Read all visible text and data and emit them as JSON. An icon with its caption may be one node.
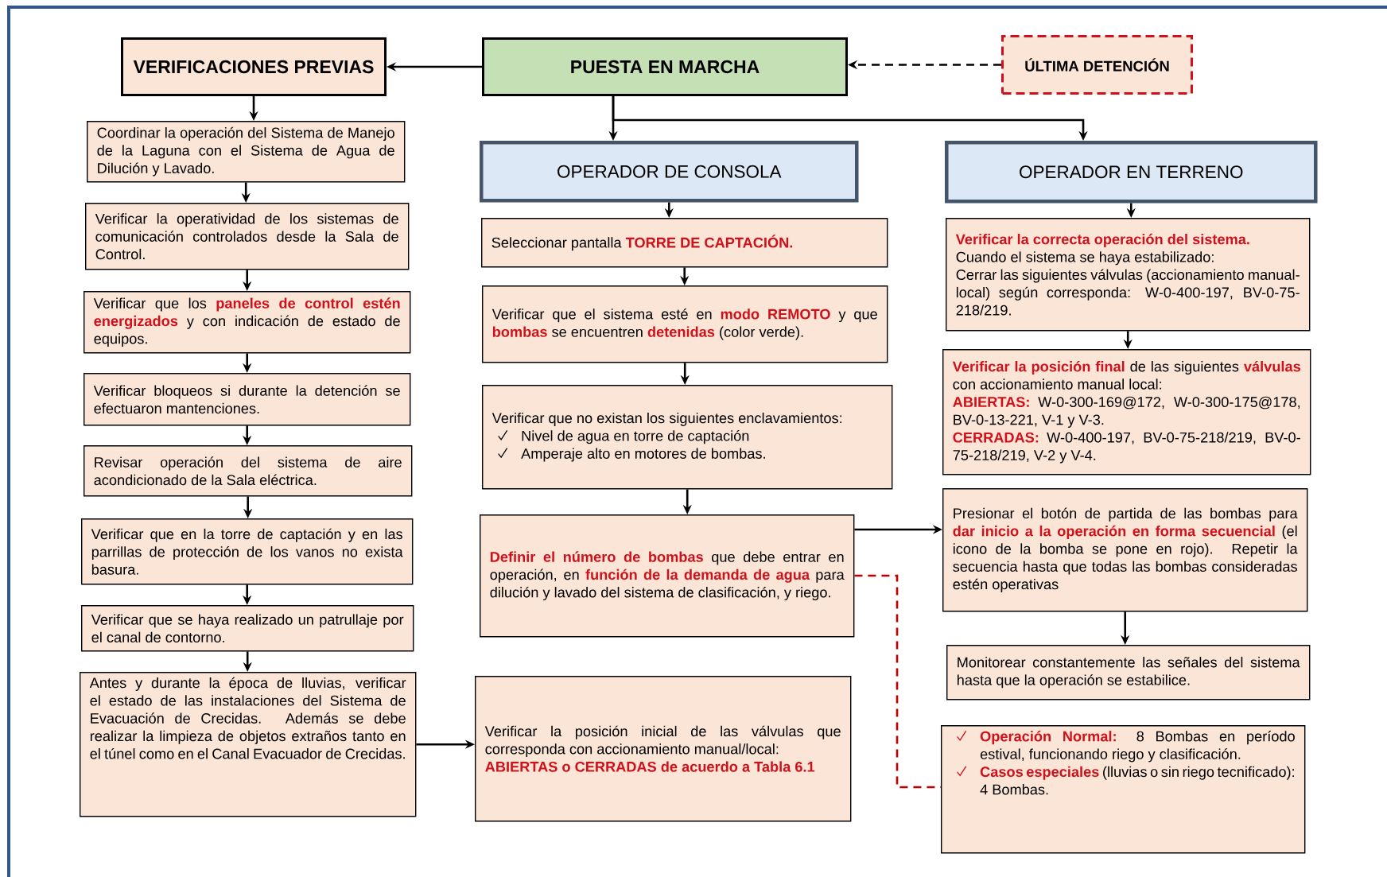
{
  "diagram": {
    "nodes": [
      {
        "text": [
          "PUESTA EN MARCHA"
        ]
      },
      {
        "text": [
          "VERIFICACIONES PREVIAS"
        ]
      },
      {
        "text": [
          "ÚLTIMA DETENCIÓN"
        ]
      },
      {
        "text": [
          "Coordinar la operación del Sistema de Manejo de la Laguna con el Sistema de Agua de Dilución y Lavado."
        ]
      },
      {
        "text": [
          "Verificar la operatividad de los sistemas de comunicación controlados desde la Sala de Control."
        ]
      },
      {
        "text": [
          "Verificar que los **paneles de control estén energizados** y con indicación de estado de equipos."
        ]
      },
      {
        "text": [
          "Verificar bloqueos si durante la detención se efectuaron mantenciones."
        ]
      },
      {
        "text": [
          "Revisar operación del sistema de aire acondicionado de la Sala eléctrica."
        ]
      },
      {
        "text": [
          "Verificar que en la torre de captación y en las parrillas de protección de los vanos no exista basura."
        ]
      },
      {
        "text": [
          "Verificar que se haya realizado un patrullaje por el canal de contorno."
        ]
      },
      {
        "text": [
          "Antes y durante la época de lluvias, verificar el estado de las instalaciones del Sistema de Evacuación de Crecidas. Además se debe realizar la limpieza de objetos extraños tanto en el túnel como en el Canal Evacuador de Crecidas."
        ]
      },
      {
        "text": [
          "OPERADOR DE CONSOLA"
        ]
      },
      {
        "text": [
          "Seleccionar pantalla **TORRE DE CAPTACIÓN.**"
        ]
      },
      {
        "text": [
          "Verificar que el sistema esté en **modo REMOTO** y que **bombas** se encuentren **detenidas** (color verde)."
        ]
      },
      {
        "text": [
          "Verificar que no existan los siguientes enclavamientos:",
          "Nivel de agua en torre de captación",
          "Amperaje alto en motores de bombas."
        ]
      },
      {
        "text": [
          "**Definir el número de bombas** que debe entrar en operación, en **función de la demanda de agua** para dilución y lavado del sistema de clasificación, y riego."
        ]
      },
      {
        "text": [
          "Verificar la posición inicial de las válvulas que corresponda con accionamiento manual/local:",
          "ABIERTAS o CERRADAS de acuerdo a Tabla 6.1"
        ]
      },
      {
        "text": [
          "OPERADOR EN TERRENO"
        ]
      },
      {
        "text": [
          "Verificar la correcta operación del sistema.",
          "Cuando el sistema se haya estabilizado:",
          "Cerrar las siguientes válvulas (accionamiento manual-local) según corresponda: W-0-400-197, BV-0-75-218/219."
        ]
      },
      {
        "text": [
          "**Verificar la posición final** de las siguientes **válvulas** con accionamiento manual local:",
          "**ABIERTAS:** W-0-300-169@172, W-0-300-175@178, BV-0-13-221, V-1 y V-3.",
          "**CERRADAS:** W-0-400-197, BV-0-75-218/219, BV-0-75-218/219, V-2 y V-4."
        ]
      },
      {
        "text": [
          "Presionar el botón de partida de las bombas para **dar inicio a la operación en forma secuencial** (el icono de la bomba se pone en rojo). Repetir la secuencia hasta que todas las bombas consideradas estén operativas"
        ]
      },
      {
        "text": [
          "Monitorear constantemente las señales del sistema hasta que la operación se estabilice."
        ]
      },
      {
        "text": [
          "**Operación Normal:** 8 Bombas en período estival, funcionando riego y clasificación.",
          "**Casos especiales** (lluvias o sin riego tecnificado): 4 Bombas."
        ]
      }
    ],
    "edges": [
      {
        "from": 0,
        "to": 1,
        "arrow": "to"
      },
      {
        "from": 2,
        "to": 0,
        "arrow": "to",
        "style": "dashed"
      },
      {
        "from": 0,
        "to": 11,
        "arrow": "to"
      },
      {
        "from": 0,
        "to": 17,
        "arrow": "to"
      },
      {
        "from": 1,
        "to": 3,
        "arrow": "to"
      },
      {
        "from": 3,
        "to": 4,
        "arrow": "to"
      },
      {
        "from": 4,
        "to": 5,
        "arrow": "to"
      },
      {
        "from": 5,
        "to": 6,
        "arrow": "to"
      },
      {
        "from": 6,
        "to": 7,
        "arrow": "to"
      },
      {
        "from": 7,
        "to": 8,
        "arrow": "to"
      },
      {
        "from": 8,
        "to": 9,
        "arrow": "to"
      },
      {
        "from": 9,
        "to": 10,
        "arrow": "to"
      },
      {
        "from": 10,
        "to": 16,
        "arrow": "to"
      },
      {
        "from": 11,
        "to": 12,
        "arrow": "to"
      },
      {
        "from": 12,
        "to": 13,
        "arrow": "to"
      },
      {
        "from": 13,
        "to": 14,
        "arrow": "to"
      },
      {
        "from": 14,
        "to": 15,
        "arrow": "to"
      },
      {
        "from": 15,
        "to": 20,
        "arrow": "to"
      },
      {
        "from": 15,
        "to": 22,
        "arrow": "none",
        "style": "dashed",
        "color": "#c00000"
      },
      {
        "from": 17,
        "to": 18,
        "arrow": "to"
      },
      {
        "from": 18,
        "to": 19,
        "arrow": "to"
      },
      {
        "from": 20,
        "to": 21,
        "arrow": "to"
      }
    ]
  }
}
